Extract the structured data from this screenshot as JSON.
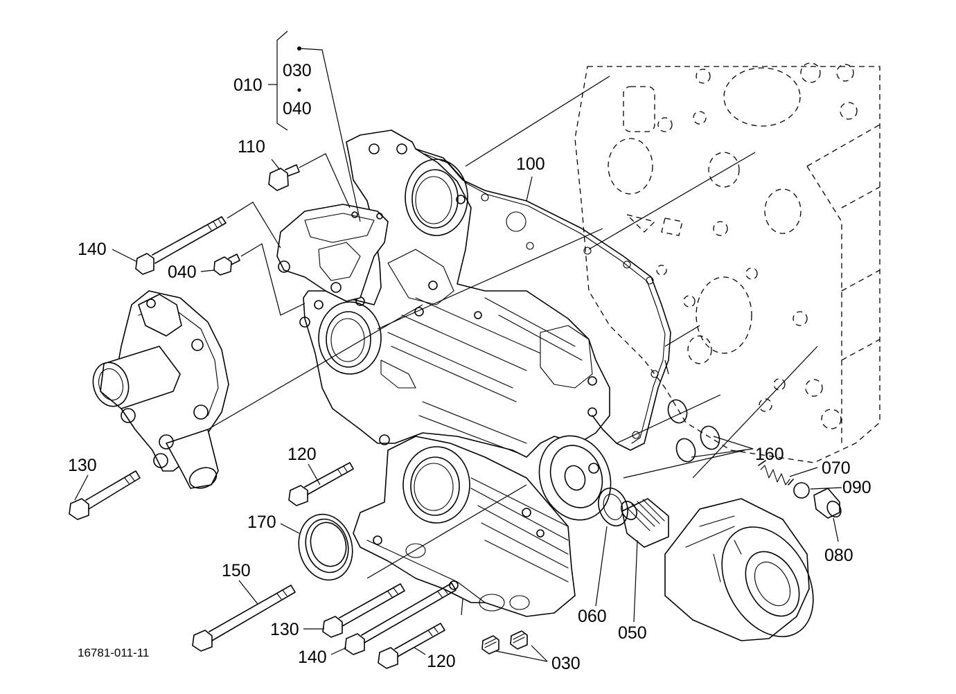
{
  "drawing": {
    "drawing_number": "16781-011-11",
    "callouts": {
      "c010": "010",
      "c030_top": "030",
      "c040_top": "040",
      "c110": "110",
      "c100": "100",
      "c140_left": "140",
      "c040_mid": "040",
      "c130_left": "130",
      "c120_mid": "120",
      "c170": "170",
      "c150": "150",
      "c130_bottom": "130",
      "c140_bottom": "140",
      "c120_bottom": "120",
      "c030_bottom": "030",
      "c060": "060",
      "c050": "050",
      "c160": "160",
      "c070": "070",
      "c090": "090",
      "c080": "080"
    }
  }
}
